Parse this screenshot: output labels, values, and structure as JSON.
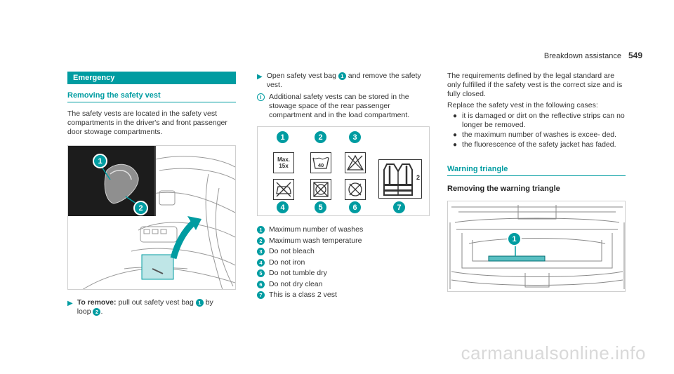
{
  "header": {
    "section": "Breakdown assistance",
    "page_number": "549"
  },
  "col1": {
    "section_bar": "Emergency",
    "heading": "Removing the safety vest",
    "intro": "The safety vests are located in the safety vest compartments in the driver's and front passenger door stowage compartments.",
    "step_bold": "To remove:",
    "step_text_a": "pull out safety vest bag",
    "step_text_b": "by",
    "step_text_c": "loop",
    "step_text_d": "."
  },
  "col2": {
    "step_text_a": "Open safety vest bag",
    "step_text_b": "and remove the safety vest.",
    "note": "Additional safety vests can be stored in the stowage space of the rear passenger compartment and in the load compartment.",
    "icons": {
      "max_label_1": "Max.",
      "max_label_2": "15x",
      "temp_label": "40",
      "class_label": "2"
    },
    "legend": [
      {
        "num": "1",
        "text": "Maximum number of washes"
      },
      {
        "num": "2",
        "text": "Maximum wash temperature"
      },
      {
        "num": "3",
        "text": "Do not bleach"
      },
      {
        "num": "4",
        "text": "Do not iron"
      },
      {
        "num": "5",
        "text": "Do not tumble dry"
      },
      {
        "num": "6",
        "text": "Do not dry clean"
      },
      {
        "num": "7",
        "text": "This is a class 2 vest"
      }
    ]
  },
  "col3": {
    "intro": "The requirements defined by the legal standard are only fulfilled if the safety vest is the correct size and is fully closed.",
    "replace": "Replace the safety vest in the following cases:",
    "bullets": [
      "it is damaged or dirt on the reflective strips can no longer be removed.",
      "the maximum number of washes is excee- ded.",
      "the fluorescence of the safety jacket has faded."
    ],
    "heading": "Warning triangle",
    "subheading": "Removing the warning triangle"
  },
  "callouts": {
    "c1": "1",
    "c2": "2",
    "c3": "3",
    "c4": "4",
    "c5": "5",
    "c6": "6",
    "c7": "7"
  },
  "watermark": "carmanualsonline.info",
  "colors": {
    "accent": "#009ca1",
    "text": "#2b2b2b"
  }
}
